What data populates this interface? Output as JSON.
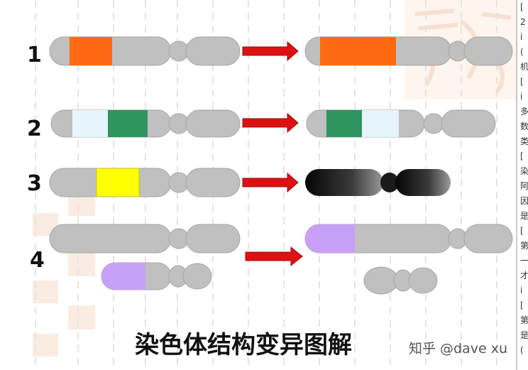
{
  "title": "染色体结构变异图解",
  "watermark": "知乎 @dave xu",
  "rows": [
    {
      "number": "1"
    },
    {
      "number": "2"
    },
    {
      "number": "3"
    },
    {
      "number": "4"
    }
  ],
  "side_text": [
    "[",
    "2",
    "i",
    "(",
    "机",
    "[",
    "i",
    "多",
    "数",
    "类",
    "[",
    "染",
    "阿",
    "因",
    "是",
    "[",
    "第",
    "一",
    "才",
    "i",
    "[",
    "第",
    "是",
    "("
  ],
  "colors": {
    "chromosome": "#c0c0c0",
    "orange": "#ff6a13",
    "light_blue": "#e6f4fc",
    "green": "#2e9460",
    "yellow": "#ffff00",
    "purple": "#c9a0f7",
    "arrow": "#dd1111",
    "dark": "#1a1a1a"
  }
}
